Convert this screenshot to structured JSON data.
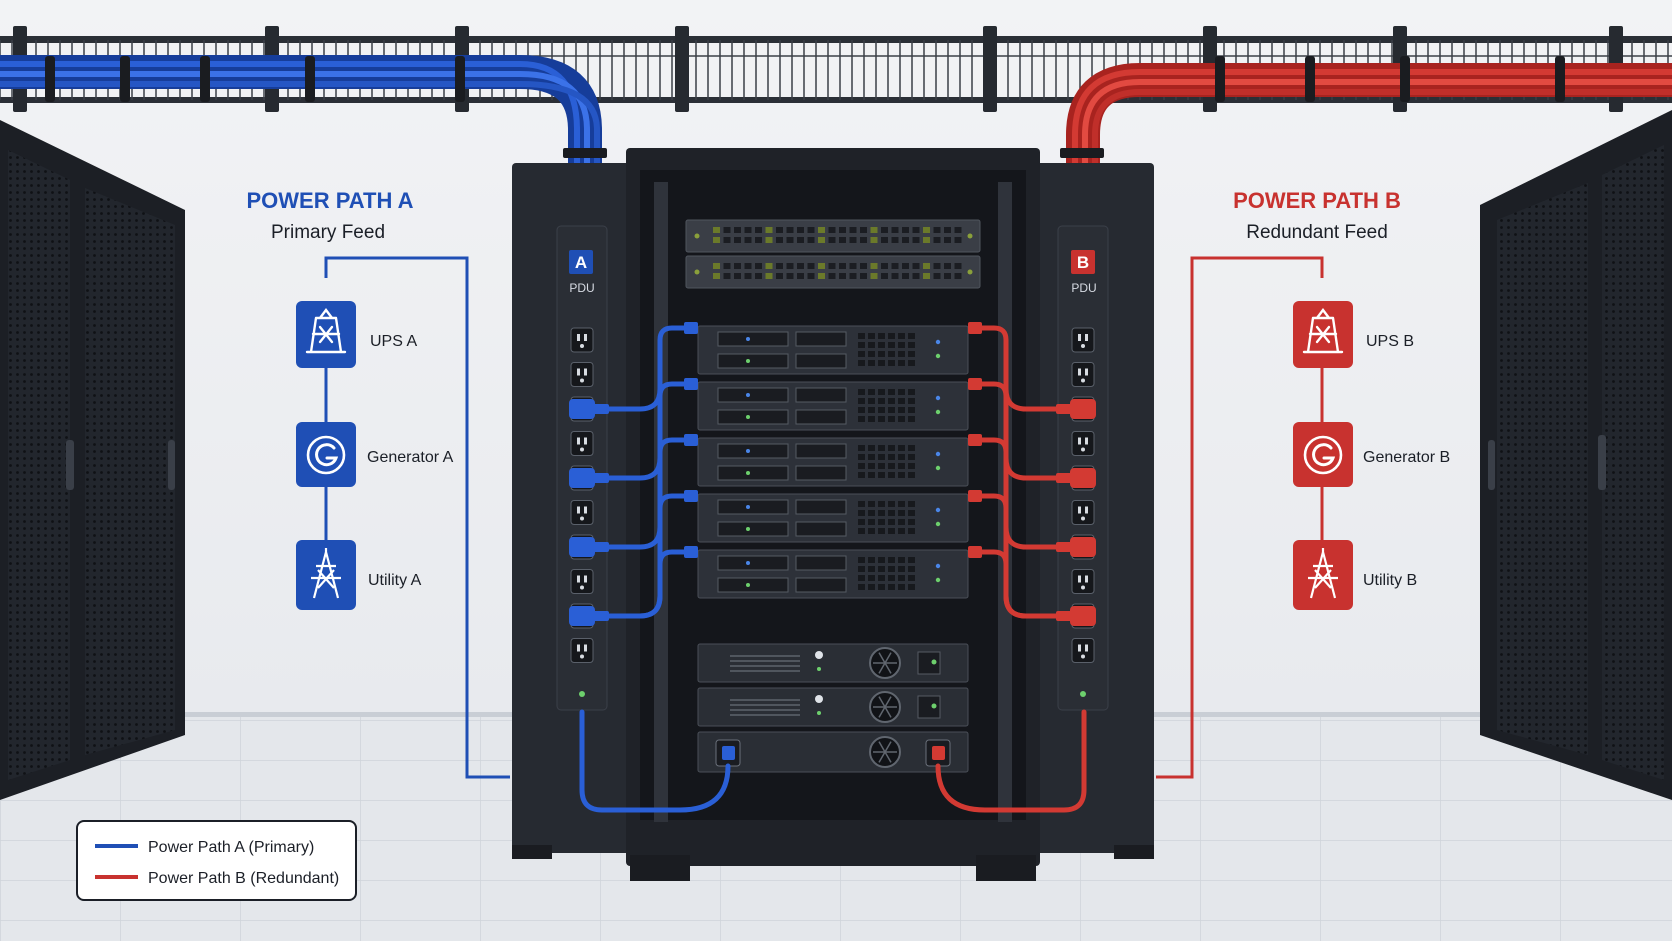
{
  "colors": {
    "path_a": "#1f4fb5",
    "path_a_cable": "#2a5fd6",
    "path_b": "#c8322f",
    "path_b_cable": "#d33a33",
    "rack": "#1f2228",
    "rack_dark": "#14161b",
    "wall": "#eef0f3",
    "floor": "#dfe3e8"
  },
  "path_a": {
    "title": "POWER PATH A",
    "subtitle": "Primary Feed",
    "nodes": [
      {
        "label": "UPS A",
        "icon": "ups-icon"
      },
      {
        "label": "Generator A",
        "icon": "generator-icon"
      },
      {
        "label": "Utility A",
        "icon": "utility-tower-icon"
      }
    ],
    "pdu_letter": "A",
    "pdu_word": "PDU"
  },
  "path_b": {
    "title": "POWER PATH B",
    "subtitle": "Redundant Feed",
    "nodes": [
      {
        "label": "UPS B",
        "icon": "ups-icon"
      },
      {
        "label": "Generator B",
        "icon": "generator-icon"
      },
      {
        "label": "Utility B",
        "icon": "utility-tower-icon"
      }
    ],
    "pdu_letter": "B",
    "pdu_word": "PDU"
  },
  "legend": [
    {
      "label": "Power Path A (Primary)",
      "color": "#1f4fb5"
    },
    {
      "label": "Power Path B (Redundant)",
      "color": "#c8322f"
    }
  ]
}
